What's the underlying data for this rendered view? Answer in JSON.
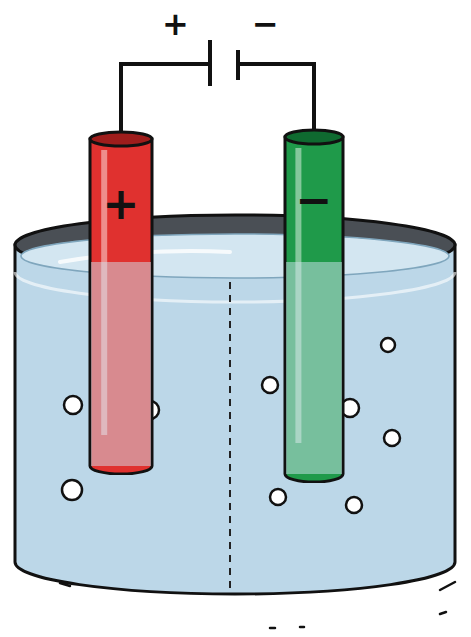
{
  "diagram": {
    "nodes": [
      {
        "text": [
          "+"
        ]
      },
      {
        "text": [
          "−"
        ]
      }
    ],
    "edges": [
      {
        "from": 0,
        "to": 1,
        "arrow": "none"
      }
    ],
    "labels": [
      "+",
      "−"
    ]
  }
}
